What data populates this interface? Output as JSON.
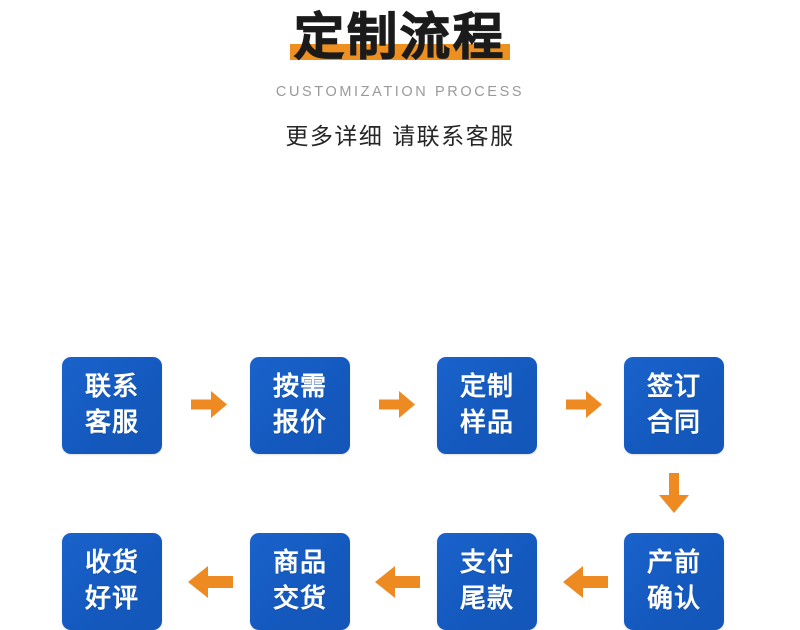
{
  "header": {
    "title": "定制流程",
    "title_en": "CUSTOMIZATION PROCESS",
    "subtitle": "更多详细 请联系客服"
  },
  "colors": {
    "accent_orange": "#EE9020",
    "node_blue": "#1459BE",
    "title_black": "#1B1B1B",
    "subtitle_gray": "#9A9A9A",
    "background": "#FFFFFF"
  },
  "flow": {
    "nodes": [
      {
        "id": "n1",
        "line1": "联系",
        "line2": "客服",
        "step": 1
      },
      {
        "id": "n2",
        "line1": "按需",
        "line2": "报价",
        "step": 2
      },
      {
        "id": "n3",
        "line1": "定制",
        "line2": "样品",
        "step": 3
      },
      {
        "id": "n4",
        "line1": "签订",
        "line2": "合同",
        "step": 4
      },
      {
        "id": "n5",
        "line1": "产前",
        "line2": "确认",
        "step": 5
      },
      {
        "id": "n6",
        "line1": "支付",
        "line2": "尾款",
        "step": 6
      },
      {
        "id": "n7",
        "line1": "商品",
        "line2": "交货",
        "step": 7
      },
      {
        "id": "n8",
        "line1": "收货",
        "line2": "好评",
        "step": 8
      }
    ],
    "arrows": [
      {
        "id": "a1",
        "direction": "right",
        "from": "n1",
        "to": "n2"
      },
      {
        "id": "a2",
        "direction": "right",
        "from": "n2",
        "to": "n3"
      },
      {
        "id": "a3",
        "direction": "right",
        "from": "n3",
        "to": "n4"
      },
      {
        "id": "adown",
        "direction": "down",
        "from": "n4",
        "to": "n5"
      },
      {
        "id": "a4",
        "direction": "left",
        "from": "n5",
        "to": "n6"
      },
      {
        "id": "a5",
        "direction": "left",
        "from": "n6",
        "to": "n7"
      },
      {
        "id": "a6",
        "direction": "left",
        "from": "n7",
        "to": "n8"
      }
    ]
  }
}
